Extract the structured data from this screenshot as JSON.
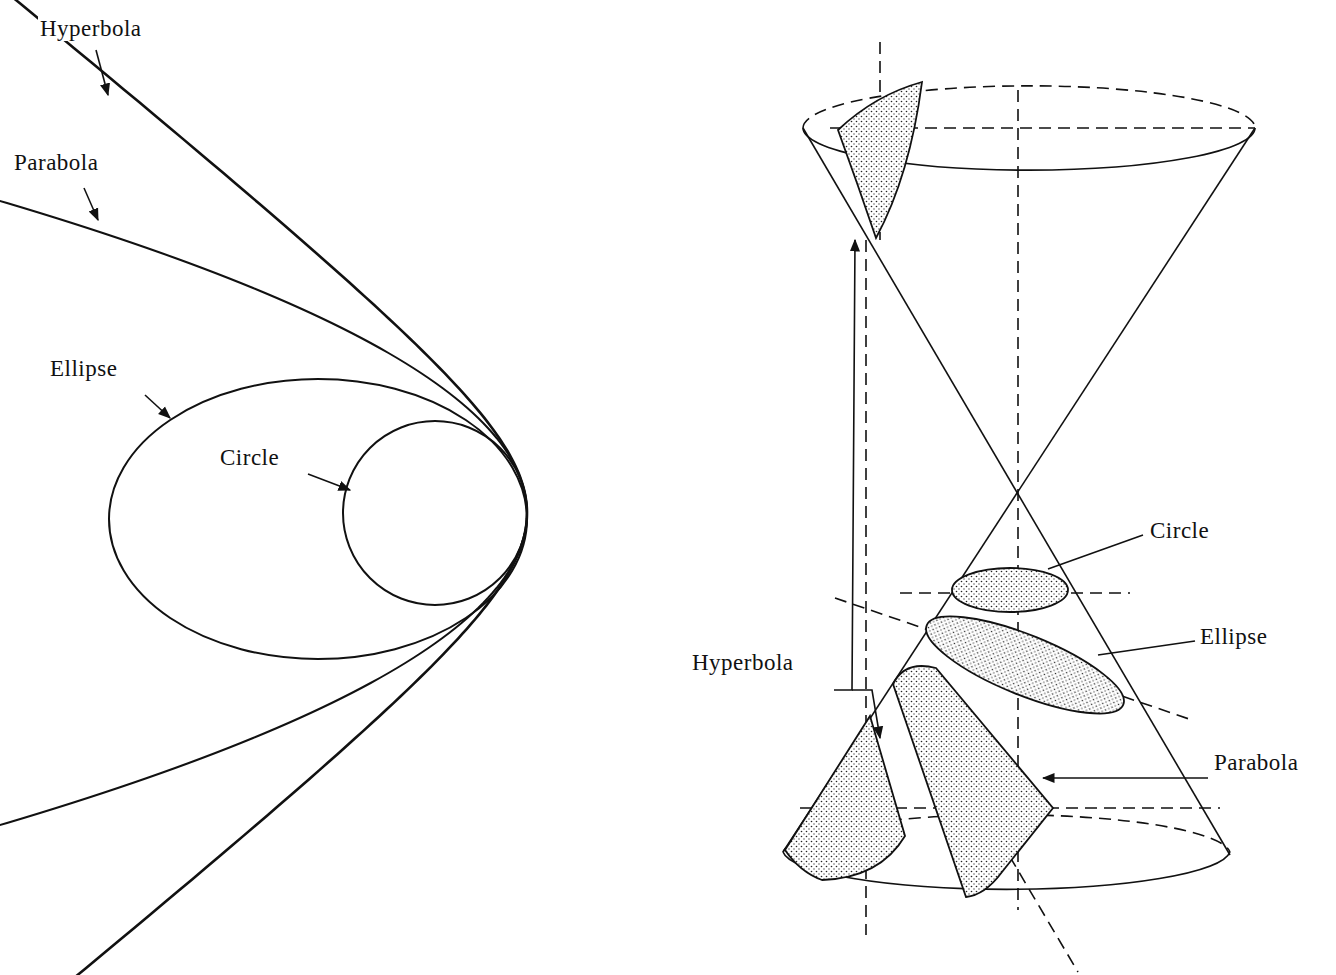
{
  "diagram": {
    "labels": [
      "Hyperbola",
      "Parabola",
      "Ellipse",
      "Circle",
      "Circle",
      "Ellipse",
      "Hyperbola",
      "Parabola"
    ]
  }
}
